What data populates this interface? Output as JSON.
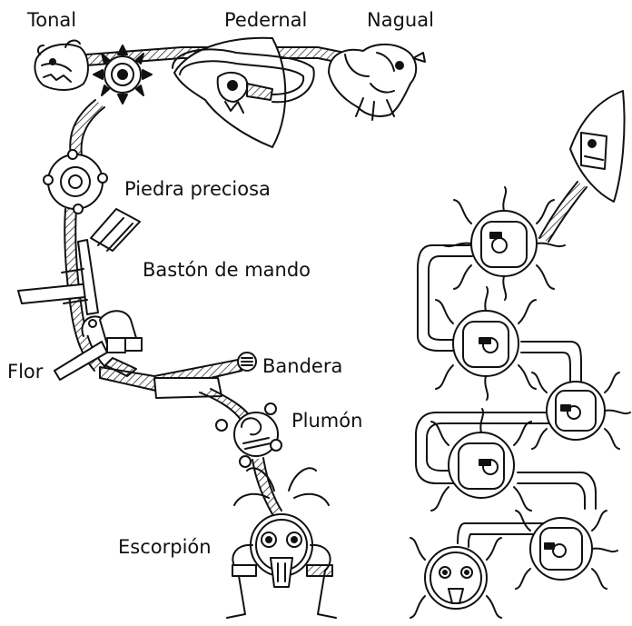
{
  "labels": {
    "tonal": "Tonal",
    "pedernal": "Pedernal",
    "nagual": "Nagual",
    "piedra": "Piedra preciosa",
    "baston": "Bastón de mando",
    "flor": "Flor",
    "bandera": "Bandera",
    "plumon": "Plumón",
    "escorpion": "Escorpión"
  },
  "colors": {
    "ink": "#111111",
    "paper": "#ffffff"
  }
}
